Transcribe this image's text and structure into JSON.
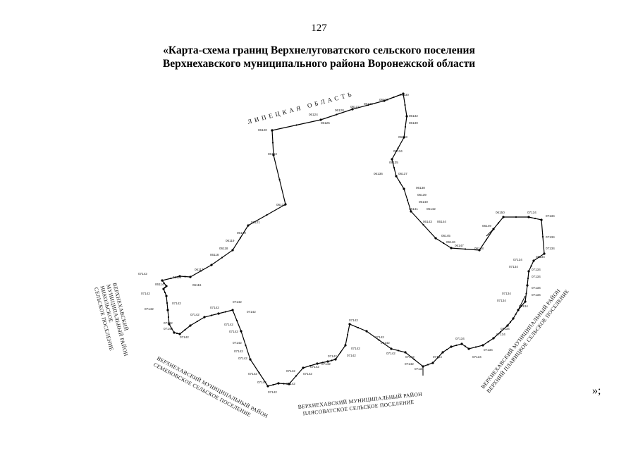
{
  "page_number": "127",
  "title": {
    "line1": "«Карта-схема границ Верхнелуговатского сельского поселения",
    "line2": "Верхнехавского муниципального района Воронежской области"
  },
  "map_labels": {
    "lipetsk": "ЛИПЕЦКАЯ ОБЛАСТЬ",
    "left_region": [
      "ВЕРХНЕХАВСКИЙ",
      "МУНИЦИПАЛЬНЫЙ РАЙОН",
      "НИКОЛЬСКОЕ",
      "СЕЛЬСКОЕ ПОСЕЛЕНИЕ"
    ],
    "semenov": [
      "ВЕРХНЕХАВСКИЙ МУНИЦИПАЛЬНЫЙ РАЙОН",
      "СЕМЕНОВСКОЕ СЕЛЬСКОЕ ПОСЕЛЕНИЕ"
    ],
    "plyasov": [
      "ВЕРХНЕХАВСКИЙ МУНИЦИПАЛЬНЫЙ РАЙОН",
      "ПЛЯСОВАТСКОЕ СЕЛЬСКОЕ ПОСЕЛЕНИЕ"
    ],
    "verkhnikolsk": [
      "ВЕРХНЕХАВСКИЙ МУНИЦИПАЛЬНЫЙ РАЙОН",
      "ВЕРХНИЙ ПЛАВИЦКОЕ СЕЛЬСКОЕ ПОСЕЛЕНИЕ"
    ]
  },
  "closing_mark": "»;"
}
